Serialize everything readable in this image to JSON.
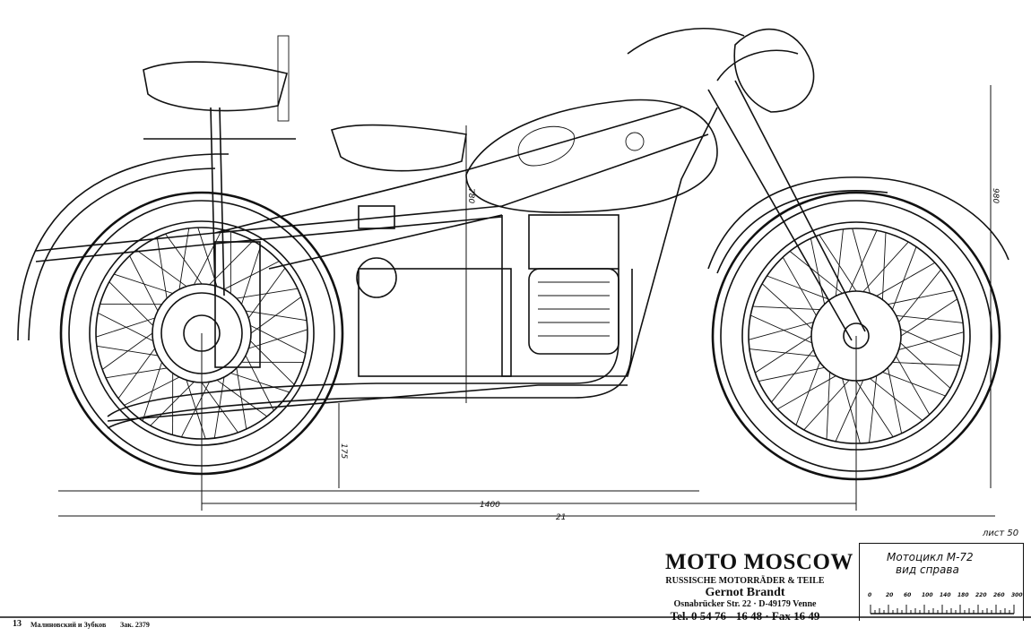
{
  "drawing": {
    "dimensions": {
      "wheelbase": "1400",
      "height": "980",
      "seat_height": "780",
      "ground_clearance": "175",
      "overall_marker": "21"
    },
    "sheet_label": "лист 50"
  },
  "dealer": {
    "name": "MOTO MOSCOW",
    "subtitle": "RUSSISCHE MOTORRÄDER & TEILE",
    "owner": "Gernot Brandt",
    "address": "Osnabrücker Str. 22 · D-49179 Venne",
    "phone": "Tel. 0 54 76 - 16 48 · Fax 16 49"
  },
  "title_block": {
    "title": "Мотоцикл М-72",
    "view": "вид справа",
    "scale_ticks": [
      "0",
      "20",
      "60",
      "100",
      "140",
      "180",
      "220",
      "260",
      "300"
    ]
  },
  "footer": {
    "page": "13",
    "authors": "Малиновский и Зубков",
    "order": "Зак. 2379"
  }
}
